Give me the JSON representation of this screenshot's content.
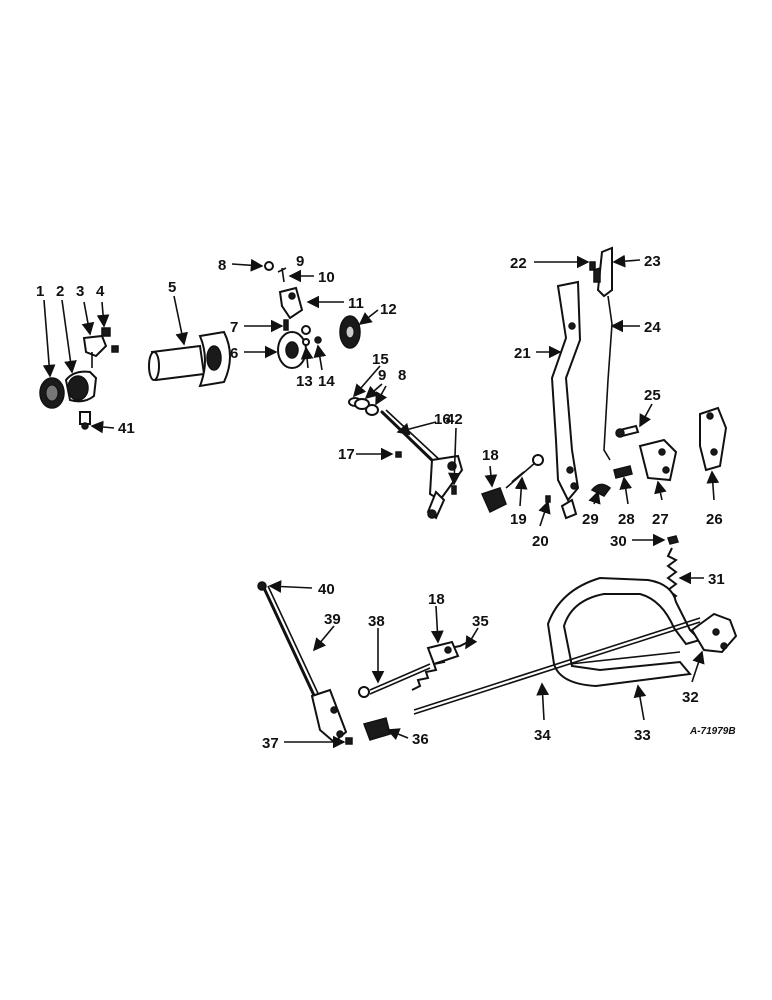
{
  "diagram": {
    "figure_code": "A-71979B",
    "callouts": [
      "1",
      "2",
      "3",
      "4",
      "5",
      "6",
      "7",
      "8",
      "9",
      "10",
      "11",
      "12",
      "13",
      "14",
      "15",
      "16",
      "17",
      "18",
      "19",
      "20",
      "21",
      "22",
      "23",
      "24",
      "25",
      "26",
      "27",
      "28",
      "29",
      "30",
      "31",
      "32",
      "33",
      "34",
      "35",
      "36",
      "37",
      "38",
      "39",
      "40",
      "41",
      "42"
    ],
    "callouts_repeated": {
      "8b": "8",
      "9b": "9",
      "18b": "18"
    }
  }
}
